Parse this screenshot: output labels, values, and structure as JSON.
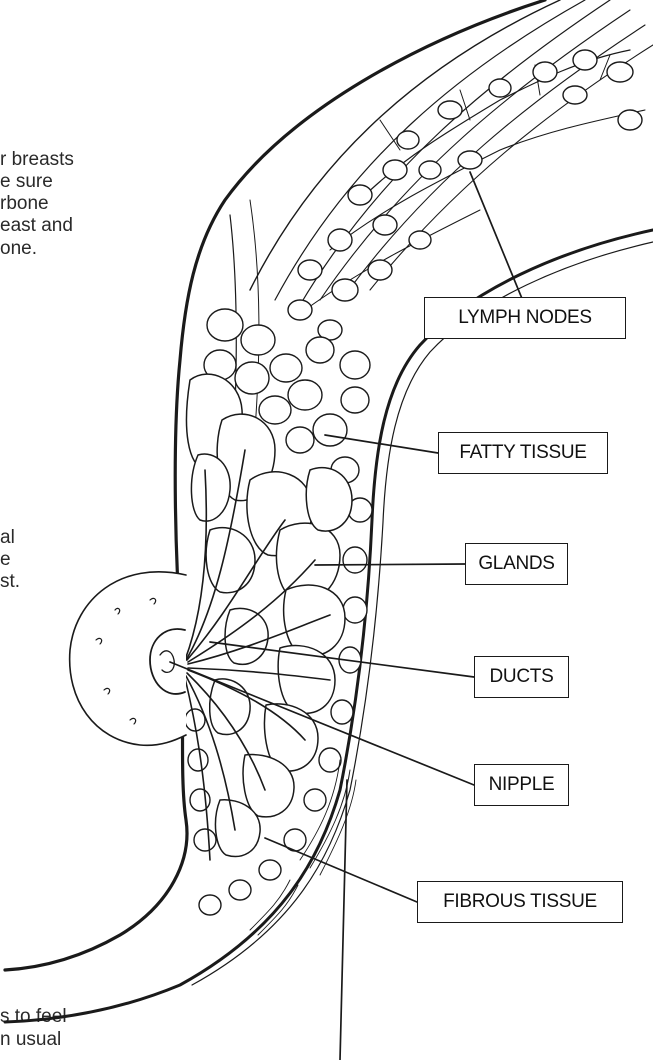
{
  "text_fragments": {
    "f1": "r breasts",
    "f2": "e sure",
    "f3": "rbone",
    "f4": "east and",
    "f5": "one.",
    "f6": "al",
    "f7": "e",
    "f8": "st.",
    "f9": "s to feel",
    "f10": "n usual"
  },
  "labels": {
    "lymph_nodes": "LYMPH NODES",
    "fatty_tissue": "FATTY TISSUE",
    "glands": "GLANDS",
    "ducts": "DUCTS",
    "nipple": "NIPPLE",
    "fibrous_tissue": "FIBROUS TISSUE"
  },
  "colors": {
    "ink": "#1a1a1a",
    "text": "#2a2a2a",
    "background": "#ffffff"
  }
}
